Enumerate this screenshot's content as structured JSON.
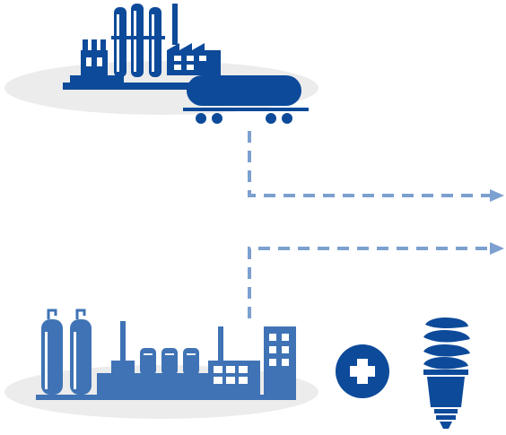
{
  "diagram": {
    "nodes": [
      {
        "id": "refinery",
        "icon": "refinery-with-tanker-icon"
      },
      {
        "id": "plant",
        "icon": "industrial-plant-icon"
      },
      {
        "id": "plus",
        "icon": "plus-icon"
      },
      {
        "id": "bulb",
        "icon": "cfl-bulb-icon"
      }
    ],
    "edges": [
      {
        "from": "refinery",
        "to": "right",
        "style": "dashed-arrow"
      },
      {
        "from": "plant",
        "to": "right",
        "style": "dashed-arrow"
      }
    ]
  },
  "colors": {
    "dark_blue": "#0d4a9a",
    "mid_blue": "#3f73b5",
    "arrow_blue": "#7ca0cf",
    "ground_gray": "#ececec"
  }
}
